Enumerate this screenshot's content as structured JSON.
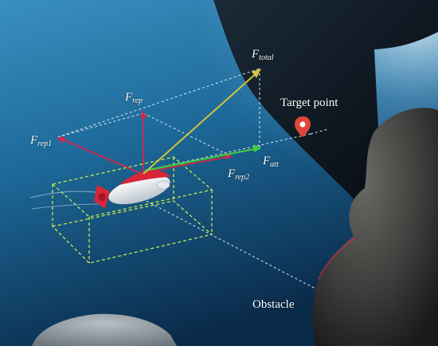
{
  "labels": {
    "f_total": {
      "base": "F",
      "sub": "total"
    },
    "f_rep": {
      "base": "F",
      "sub": "rep"
    },
    "f_rep1": {
      "base": "F",
      "sub": "rep1"
    },
    "f_rep2": {
      "base": "F",
      "sub": "rep2"
    },
    "f_att": {
      "base": "F",
      "sub": "att"
    },
    "target_point": "Target point",
    "obstacle": "Obstacle"
  },
  "colors": {
    "water_deep": "#0a2a4a",
    "water_mid": "#1d6a9a",
    "vessel_hull": "#0e1822",
    "repulsive_arrow": "#d8264a",
    "attractive_arrow": "#3fd13a",
    "total_arrow": "#d6c23a",
    "bounding_box": "#c8e84a",
    "guide_line": "#dfe8f0",
    "target_marker": "#e0463a",
    "rock": "#3c3c3a"
  }
}
